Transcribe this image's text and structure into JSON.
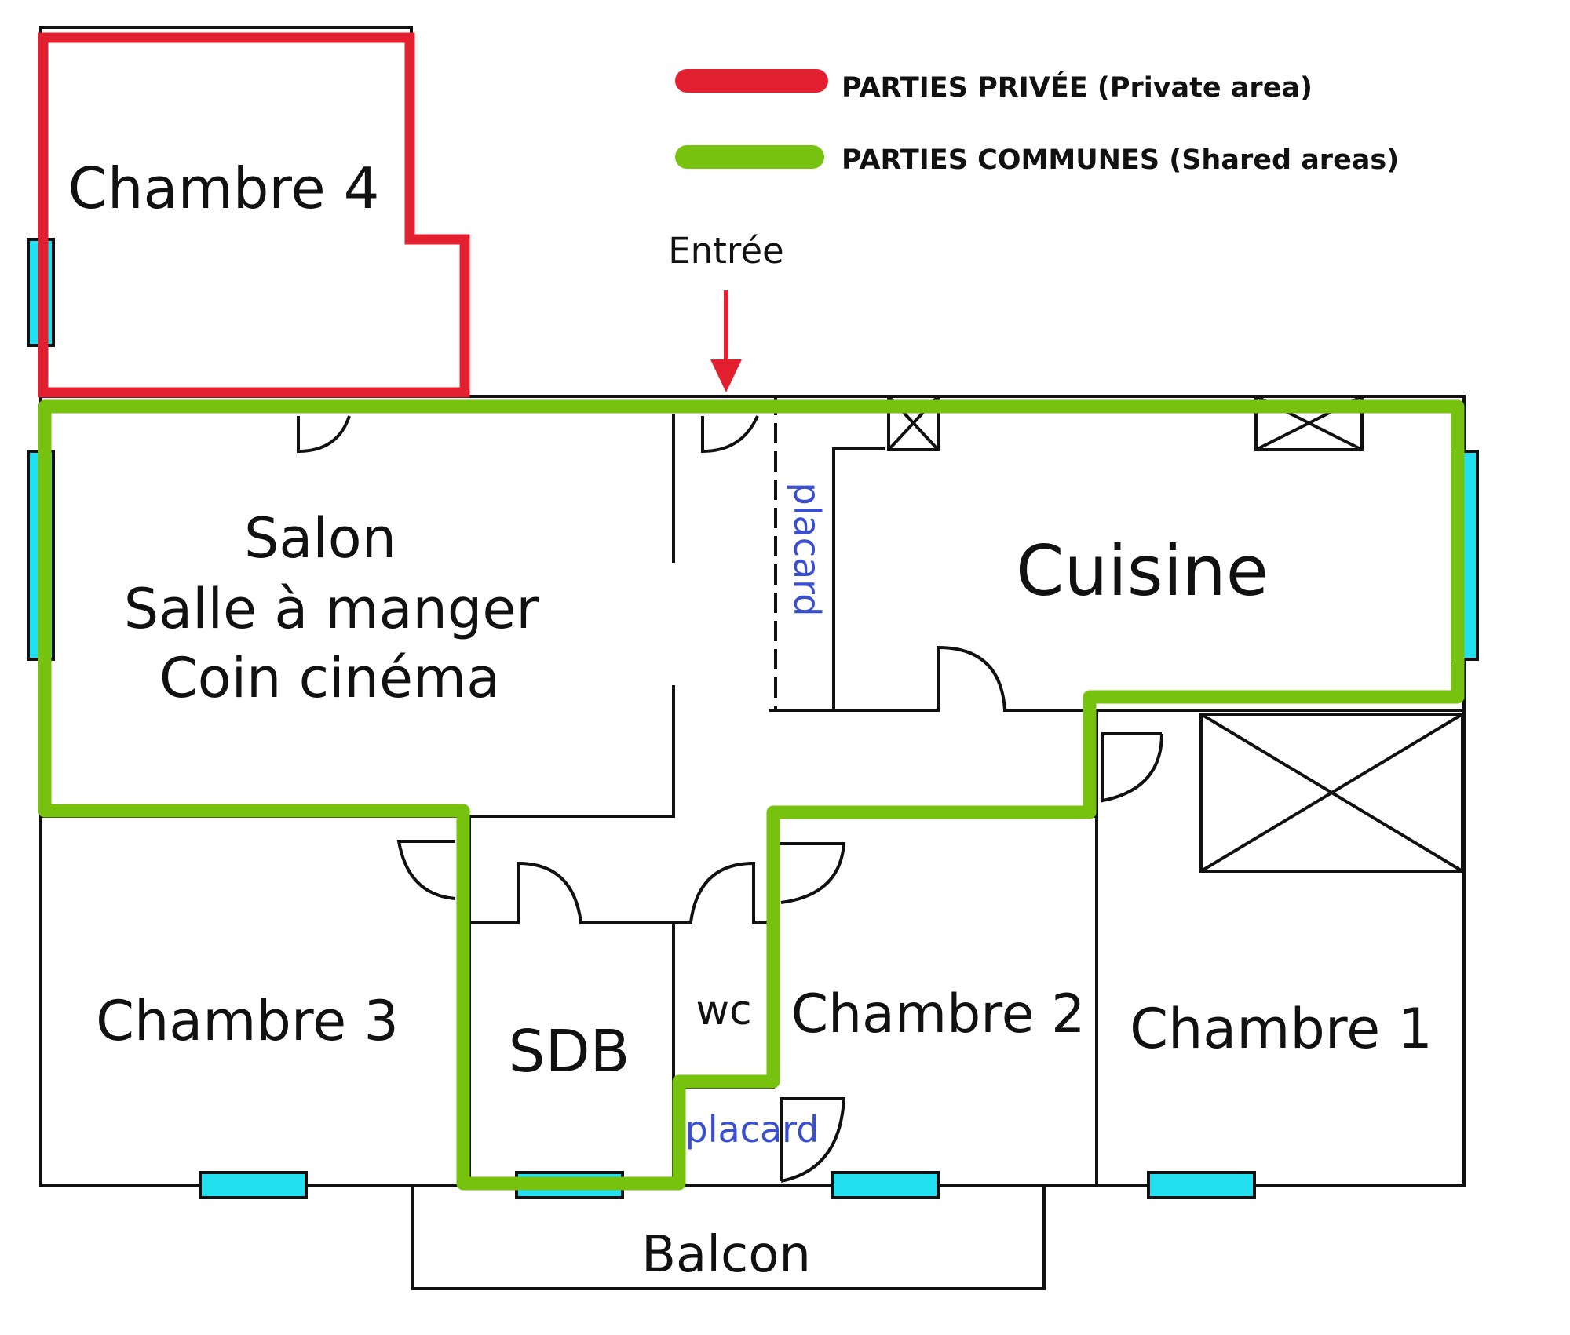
{
  "legend": {
    "private_label": "PARTIES PRIVÉE (Private area)",
    "shared_label": "PARTIES COMMUNES (Shared areas)"
  },
  "colors": {
    "private": "#e3202f",
    "shared": "#76c20e",
    "window": "#22e0f0",
    "closet_text": "#3a4fd0",
    "entry_arrow": "#e3202f"
  },
  "labels": {
    "entry": "Entrée",
    "chambre4": "Chambre 4",
    "salon_line1": "Salon",
    "salon_line2": "Salle à manger",
    "salon_line3": "Coin cinéma",
    "cuisine": "Cuisine",
    "placard_hall": "placard",
    "chambre3": "Chambre 3",
    "sdb": "SDB",
    "wc": "wc",
    "chambre2": "Chambre 2",
    "chambre1": "Chambre 1",
    "placard_wc": "placard",
    "balcon": "Balcon"
  }
}
